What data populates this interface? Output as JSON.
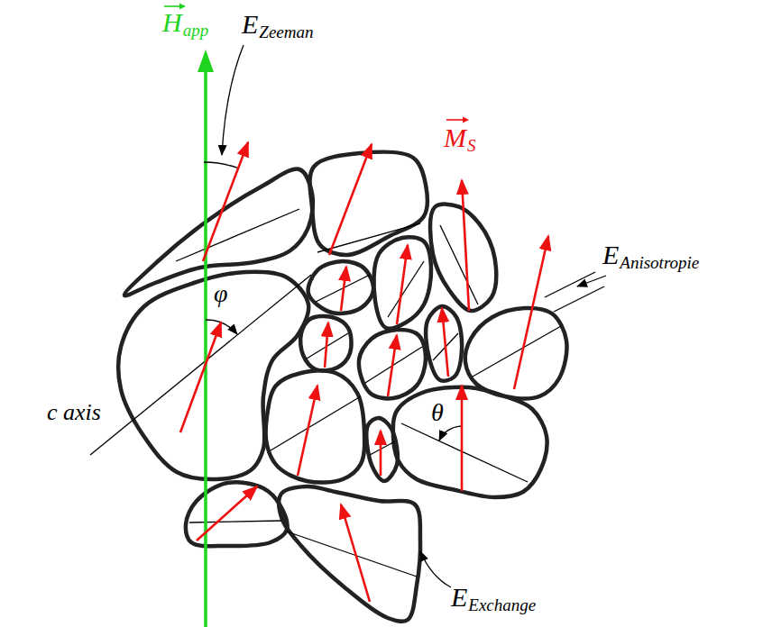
{
  "diagram": {
    "labels": [
      "H",
      "app",
      "E",
      "Zeeman",
      "M",
      "S",
      "E",
      "Anisotropie",
      "φ",
      "c axis",
      "θ",
      "E",
      "Exchange"
    ]
  }
}
